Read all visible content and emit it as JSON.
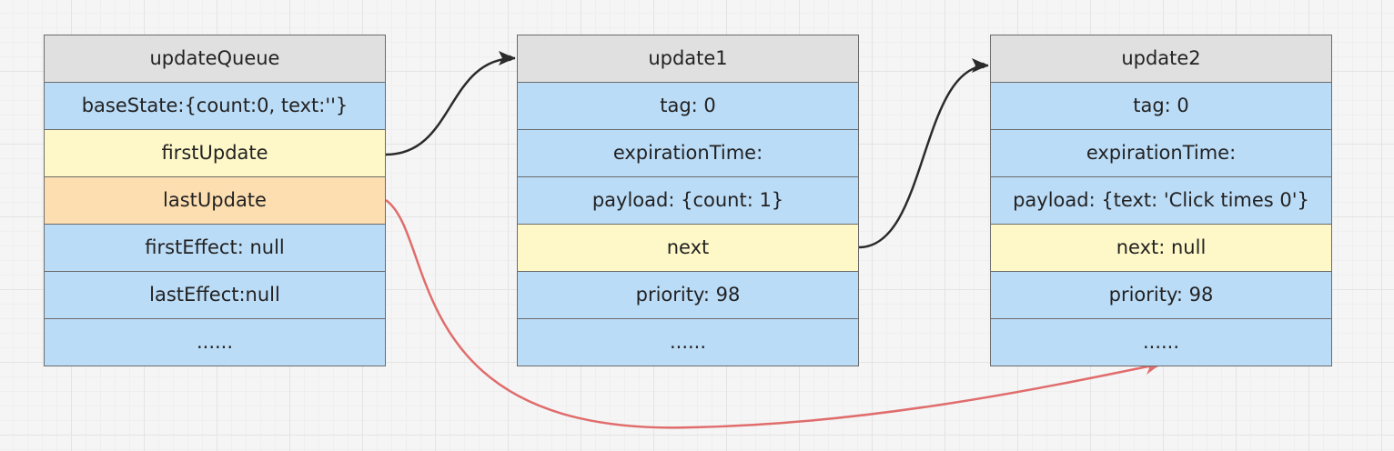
{
  "nodes": {
    "updateQueue": {
      "title": "updateQueue",
      "rows": [
        "baseState:{count:0, text:''}",
        "firstUpdate",
        "lastUpdate",
        "firstEffect: null",
        "lastEffect:null",
        "......"
      ]
    },
    "update1": {
      "title": "update1",
      "rows": [
        "tag: 0",
        "expirationTime:",
        "payload: {count: 1}",
        "next",
        "priority: 98",
        "......"
      ]
    },
    "update2": {
      "title": "update2",
      "rows": [
        "tag: 0",
        "expirationTime:",
        "payload: {text: 'Click times 0'}",
        "next: null",
        "priority: 98",
        "......"
      ]
    }
  },
  "colors": {
    "header": "#e0e0e0",
    "field": "#bbdcf7",
    "pointer_highlight": "#fef8c8",
    "last_pointer_highlight": "#fddeb1",
    "edge_dark": "#2b2b2b",
    "edge_red": "#e06c6c"
  },
  "edges": [
    {
      "from": "updateQueue.firstUpdate",
      "to": "update1",
      "color": "edge_dark"
    },
    {
      "from": "update1.next",
      "to": "update2",
      "color": "edge_dark"
    },
    {
      "from": "updateQueue.lastUpdate",
      "to": "update2.last_row",
      "color": "edge_red"
    }
  ]
}
